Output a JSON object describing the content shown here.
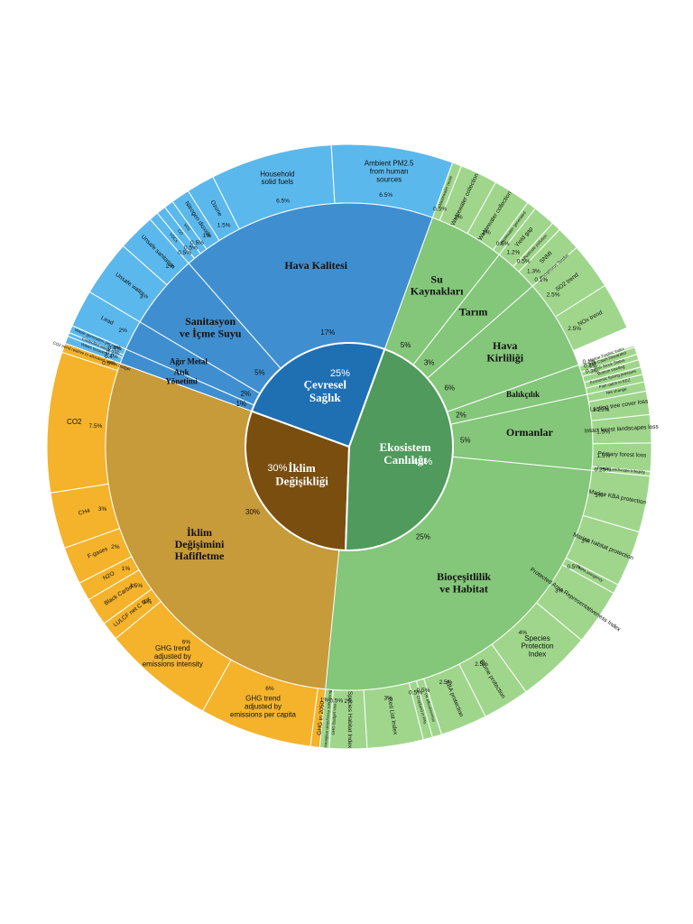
{
  "chart_data": {
    "type": "sunburst",
    "total_percent": 100,
    "rings": [
      "center",
      "issue",
      "indicator"
    ],
    "nodes": [
      {
        "label": "İklim Değişikliği",
        "value": 30,
        "value_label": "30%",
        "color": "#7a4e0f",
        "children": [
          {
            "label": "İklim Değişimini Hafifletme",
            "value": 30,
            "value_label": "30%",
            "color": "#c79a3a",
            "children": [
              {
                "label": "GHG Budget Use",
                "value": 0.5,
                "value_label": "0.5%"
              },
              {
                "label": "GHG in 2050",
                "value": 1,
                "value_label": "1%"
              },
              {
                "label": "GHG trend adjusted by emissions per capita",
                "value": 6,
                "value_label": "6%"
              },
              {
                "label": "GHG trend adjusted by emissions intensity",
                "value": 6,
                "value_label": "6%"
              },
              {
                "label": "LULCF net C flux",
                "value": 1,
                "value_label": "1%"
              },
              {
                "label": "Black Carbon",
                "value": 1.5,
                "value_label": "1.5%"
              },
              {
                "label": "N2O",
                "value": 1,
                "value_label": "1%"
              },
              {
                "label": "F-gases",
                "value": 2,
                "value_label": "2%"
              },
              {
                "label": "CH4",
                "value": 3,
                "value_label": "3%"
              },
              {
                "label": "CO2",
                "value": 7.5,
                "value_label": "7.5%"
              },
              {
                "label": "CO2 trend relative to allocated carbon budget",
                "value": 0.5,
                "value_label": "0.5%"
              }
            ]
          }
        ]
      },
      {
        "label": "Çevresel Sağlık",
        "value": 25,
        "value_label": "25%",
        "color": "#1f6fb3",
        "children": [
          {
            "label": "Atık Yönetimi",
            "value": 1,
            "value_label": "1%",
            "children": [
              {
                "label": "Waste recovery",
                "value": 0.4,
                "value_label": "0.4%"
              },
              {
                "label": "Controlled waste",
                "value": 0.2,
                "value_label": "0.2%"
              },
              {
                "label": "Waste generation per capita",
                "value": 0.4,
                "value_label": "0.4%"
              }
            ]
          },
          {
            "label": "Ağır Metal",
            "value": 2,
            "value_label": "2%",
            "children": [
              {
                "label": "Lead",
                "value": 2,
                "value_label": "2%"
              }
            ]
          },
          {
            "label": "Sanitasyon ve İçme Suyu",
            "value": 5,
            "value_label": "5%",
            "children": [
              {
                "label": "Unsafe water",
                "value": 3,
                "value_label": "3%"
              },
              {
                "label": "Unsafe sanitation",
                "value": 2,
                "value_label": "2%"
              }
            ]
          },
          {
            "label": "Hava Kalitesi",
            "value": 17,
            "value_label": "17%",
            "children": [
              {
                "label": "VOCs",
                "value": 0.5,
                "value_label": "0.5%"
              },
              {
                "label": "CO",
                "value": 0.5,
                "value_label": "0.5%"
              },
              {
                "label": "SO2",
                "value": 0.5,
                "value_label": "0.5%"
              },
              {
                "label": "Nitrogen dioxide",
                "value": 1,
                "value_label": "1%"
              },
              {
                "label": "Ozone",
                "value": 1.5,
                "value_label": "1.5%"
              },
              {
                "label": "Household solid fuels",
                "value": 6.5,
                "value_label": "6.5%"
              },
              {
                "label": "Ambient PM2.5 from human sources",
                "value": 6.5,
                "value_label": "6.5%"
              }
            ]
          }
        ]
      },
      {
        "label": "Ekosistem Canlılığı",
        "value": 45,
        "value_label": "45%",
        "color": "#4f9a5c",
        "children": [
          {
            "label": "Su Kaynakları",
            "value": 5,
            "value_label": "5%",
            "children": [
              {
                "label": "Wastewater reuse",
                "value": 0.5,
                "value_label": "0.5%"
              },
              {
                "label": "Wastewater collection",
                "value": 2,
                "value_label": "2%"
              },
              {
                "label": "Wastewater collection",
                "value": 2,
                "value_label": "2%"
              },
              {
                "label": "Wastewater generated",
                "value": 0.5,
                "value_label": "0.5%"
              }
            ]
          },
          {
            "label": "Tarım",
            "value": 3,
            "value_label": "3%",
            "children": [
              {
                "label": "Yield gap",
                "value": 1.2,
                "value_label": "1.2%"
              },
              {
                "label": "Pesticide pollution",
                "value": 0.5,
                "value_label": "0.5%"
              },
              {
                "label": "SNMI",
                "value": 1.3,
                "value_label": "1.3%"
              },
              {
                "label": "Phosphorus Surplus",
                "value": 0.1,
                "value_label": "0.1%"
              }
            ]
          },
          {
            "label": "Hava Kirliliği",
            "value": 6,
            "value_label": "6%",
            "children": [
              {
                "label": "SO2 trend",
                "value": 2.5,
                "value_label": "2.5%"
              },
              {
                "label": "NOx trend",
                "value": 2.5,
                "value_label": "2.5%"
              }
            ]
          },
          {
            "label": "Balıkçılık",
            "value": 2,
            "value_label": "2%",
            "children": [
              {
                "label": "Marine Trophic Index",
                "value": 0.1,
                "value_label": "0.1%"
              },
              {
                "label": "Fish Catch Discarded",
                "value": 0.4,
                "value_label": "0.4%"
              },
              {
                "label": "Fish Stock Status",
                "value": 0.3,
                "value_label": "0.3%"
              },
              {
                "label": "Bottom trawling",
                "value": 0.4
              },
              {
                "label": "Economic fishing pressure",
                "value": 0.4
              },
              {
                "label": "Fish catch in EEZ",
                "value": 0.4
              }
            ]
          },
          {
            "label": "Ormanlar",
            "value": 5,
            "value_label": "5%",
            "children": [
              {
                "label": "Net change",
                "value": 0.5
              },
              {
                "label": "Lasting tree cover loss",
                "value": 1.25,
                "value_label": "1.25%"
              },
              {
                "label": "Intact forest landscapes loss",
                "value": 1.5,
                "value_label": "1.5%"
              },
              {
                "label": "Primary forest loss",
                "value": 1.5,
                "value_label": "1.5%"
              },
              {
                "label": "Forest Landscape Integrity",
                "value": 0.25,
                "value_label": "0.25%"
              }
            ]
          },
          {
            "label": "Bioçeşitlilik ve Habitat",
            "value": 25,
            "value_label": "25%",
            "children": [
              {
                "label": "Marine KBA protection",
                "value": 3,
                "value_label": "3%"
              },
              {
                "label": "Marine habitat protection",
                "value": 3,
                "value_label": "3%"
              },
              {
                "label": "MPA stringency",
                "value": 0.5,
                "value_label": "0.5%"
              },
              {
                "label": "Protected Area Representativeness Index",
                "value": 3,
                "value_label": "3%"
              },
              {
                "label": "Species Protection Index",
                "value": 4,
                "value_label": "4%"
              },
              {
                "label": "Biome protection",
                "value": 2.5,
                "value_label": "2.5%"
              },
              {
                "label": "KBA protection",
                "value": 2.5,
                "value_label": "2.5%"
              },
              {
                "label": "PA effectiveness",
                "value": 0.5,
                "value_label": "0.5%"
              },
              {
                "label": "Cropland in PAs",
                "value": 0.5,
                "value_label": "0.5%"
              },
              {
                "label": "Red List Index",
                "value": 3,
                "value_label": "3%"
              },
              {
                "label": "Species Habitat Index",
                "value": 2,
                "value_label": "2%"
              },
              {
                "label": "Bioclimatic ecosystem resilience",
                "value": 0.5
              }
            ]
          }
        ]
      }
    ],
    "colors": {
      "climate_ring": "#f4b32b",
      "climate_mid": "#c79a3a",
      "climate_center": "#7a4e0f",
      "health_ring": "#5bb8ec",
      "health_mid": "#3f8fd0",
      "health_center": "#1f6fb3",
      "eco_ring": "#9fd68c",
      "eco_mid": "#84c67a",
      "eco_center": "#4f9a5c",
      "separator": "#ffffff",
      "label_text": "#111111"
    }
  }
}
